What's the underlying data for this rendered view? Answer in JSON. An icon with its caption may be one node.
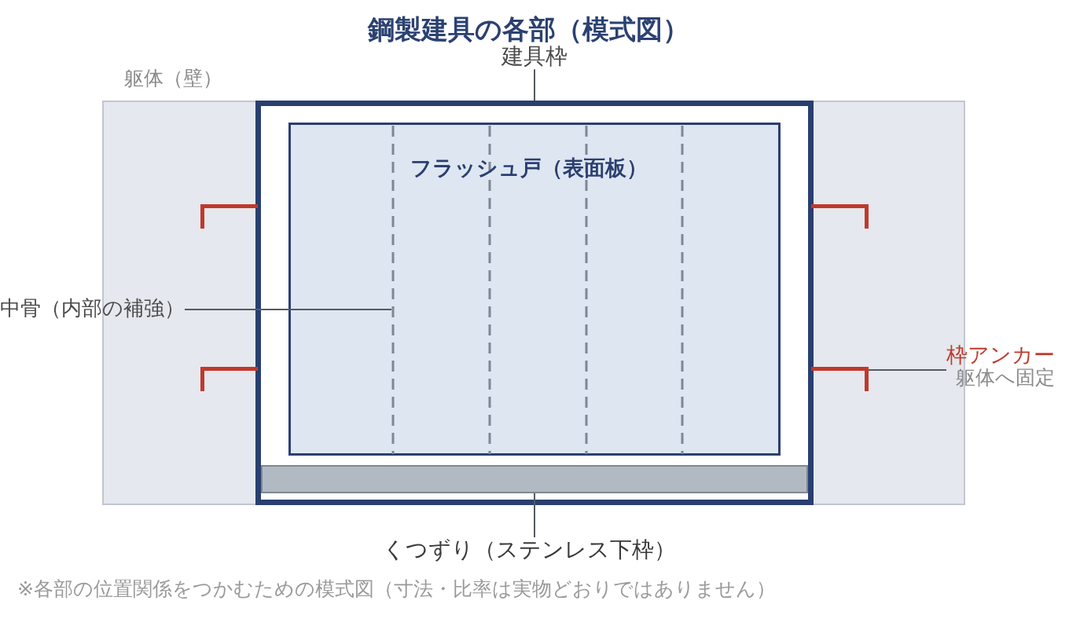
{
  "diagram": {
    "title": "鋼製建具の各部（模式図）",
    "nodes": [
      {
        "text": [
          "建具枠"
        ]
      },
      {
        "text": [
          "躯体（壁）"
        ]
      },
      {
        "text": [],
        "shape": "box",
        "in": 1
      },
      {
        "text": [
          "フラッシュ戸（表面板）"
        ],
        "in": 2
      },
      {
        "text": [],
        "shape": "line",
        "in": 3
      },
      {
        "text": [],
        "shape": "line",
        "in": 3
      },
      {
        "text": [],
        "shape": "line",
        "in": 3
      },
      {
        "text": [],
        "shape": "line",
        "in": 3
      },
      {
        "text": [],
        "shape": "bracket",
        "in": 1
      },
      {
        "text": [],
        "shape": "bracket",
        "in": 1
      },
      {
        "text": [],
        "shape": "bracket",
        "in": 1
      },
      {
        "text": [],
        "shape": "bracket",
        "in": 1
      },
      {
        "text": [
          "中骨（内部の補強）"
        ]
      },
      {
        "text": [
          "枠アンカー",
          "躯体へ固定"
        ]
      },
      {
        "text": [],
        "shape": "bar",
        "in": 2
      },
      {
        "text": [
          "くつずり（ステンレス下枠）"
        ]
      }
    ],
    "edges": [
      {
        "from": 0,
        "to": 2,
        "arrow": "none"
      },
      {
        "from": 12,
        "to": 4,
        "arrow": "none"
      },
      {
        "from": 13,
        "to": 11,
        "arrow": "none"
      },
      {
        "from": 15,
        "to": 14,
        "arrow": "none"
      }
    ],
    "caption": "※各部の位置関係をつかむための模式図（寸法・比率は実物どおりではありません）"
  }
}
